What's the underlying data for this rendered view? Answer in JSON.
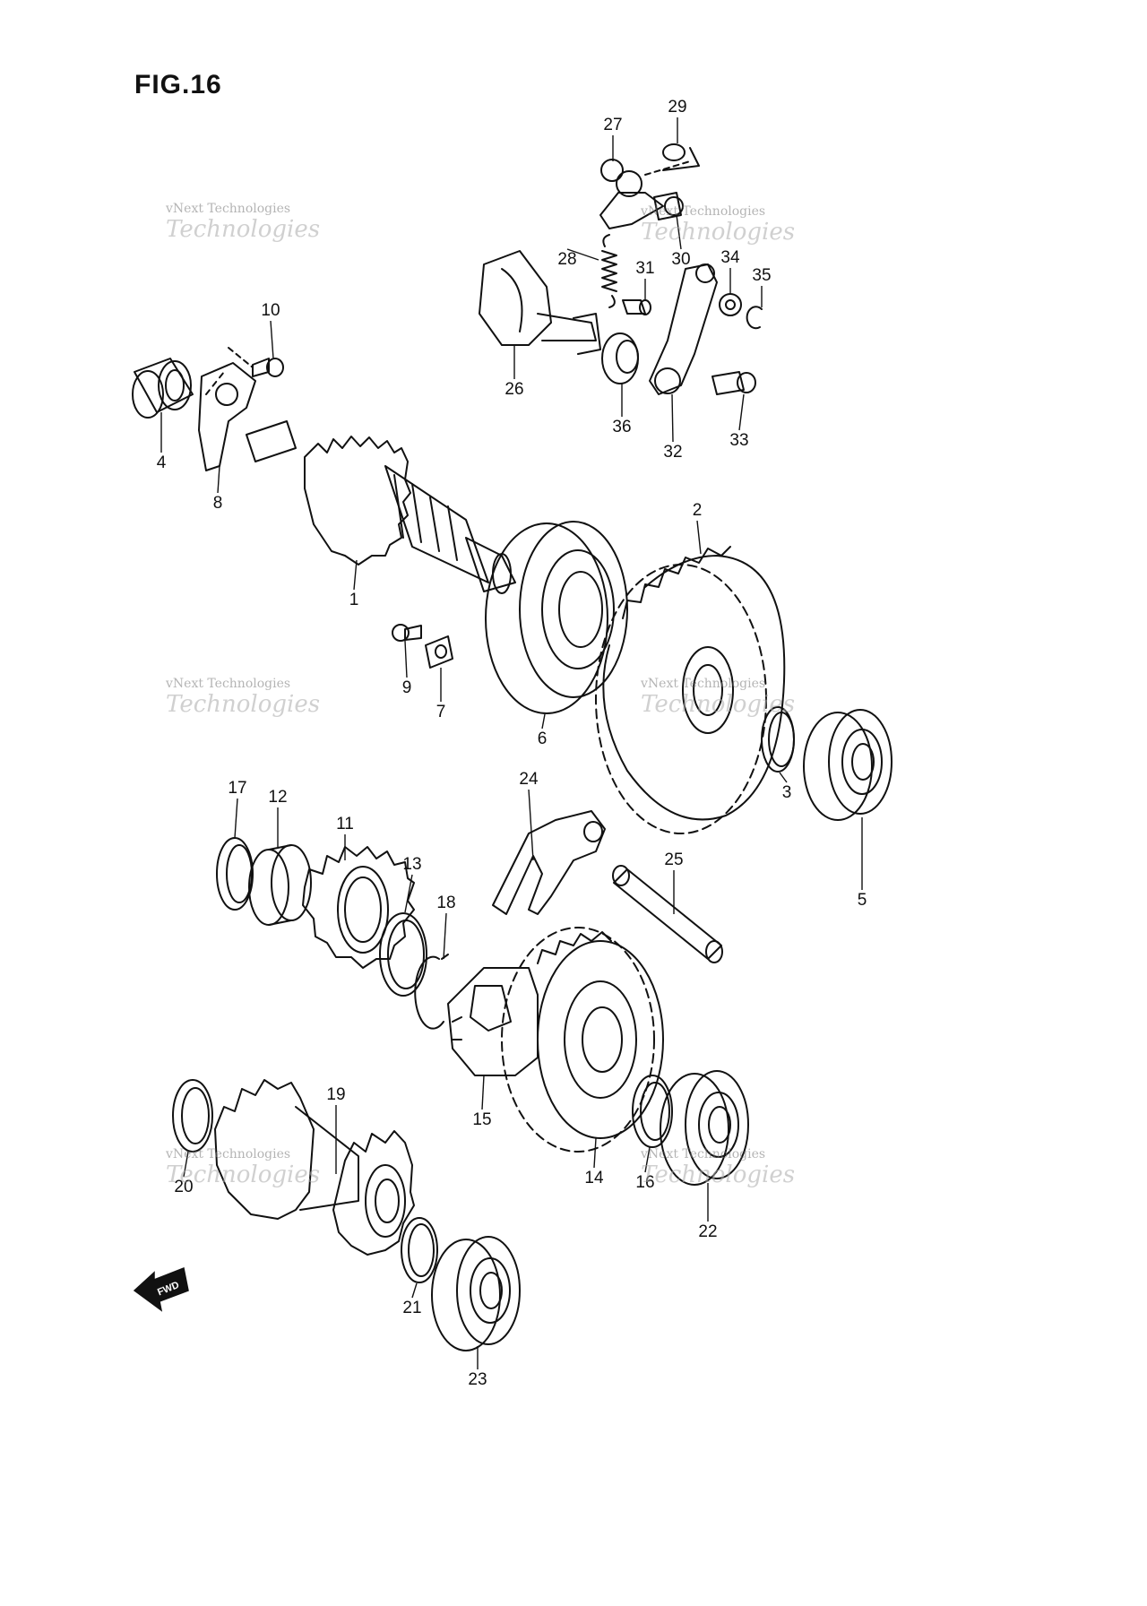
{
  "figure": {
    "title": "FIG.16"
  },
  "callouts": [
    "1",
    "2",
    "3",
    "4",
    "5",
    "6",
    "7",
    "8",
    "9",
    "10",
    "11",
    "12",
    "13",
    "14",
    "15",
    "16",
    "17",
    "18",
    "19",
    "20",
    "21",
    "22",
    "23",
    "24",
    "25",
    "26",
    "27",
    "28",
    "29",
    "30",
    "31",
    "32",
    "33",
    "34",
    "35",
    "36"
  ],
  "fwd_label": "FWD",
  "watermark": {
    "line1": "vNext Technologies",
    "line2": "Technologies"
  }
}
